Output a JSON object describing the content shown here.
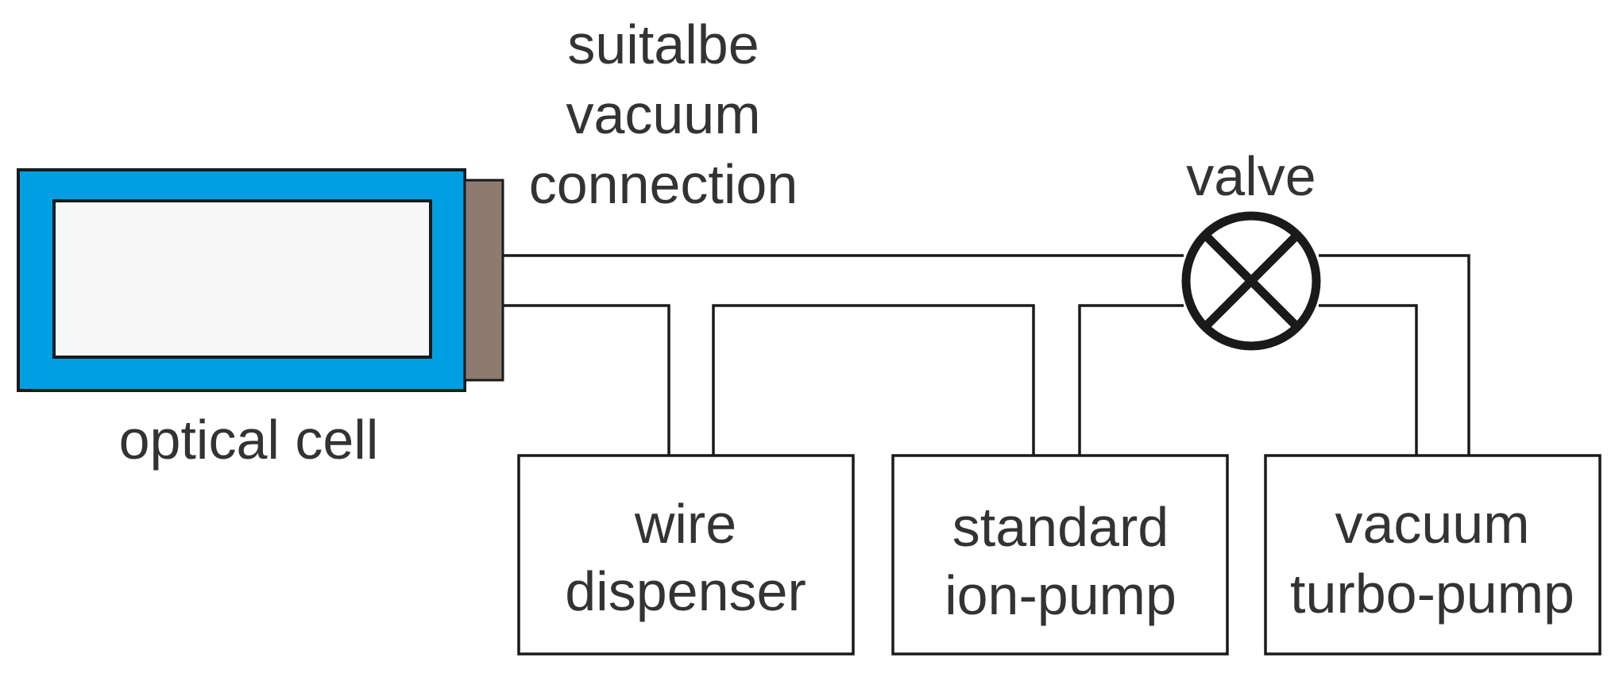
{
  "labels": {
    "connection": [
      "suitalbe",
      "vacuum",
      "connection"
    ],
    "valve": "valve",
    "optical_cell": "optical cell",
    "wire_dispenser": [
      "wire",
      "dispenser"
    ],
    "ion_pump": [
      "standard",
      "ion-pump"
    ],
    "turbo_pump": [
      "vacuum",
      "turbo-pump"
    ]
  },
  "colors": {
    "cell_frame": "#009fe3",
    "cell_window": "#f7f7f7",
    "connector": "#8d7a70",
    "line": "#1a1a1a",
    "text": "#333333"
  },
  "icons": {
    "valve": "valve-symbol-icon"
  }
}
